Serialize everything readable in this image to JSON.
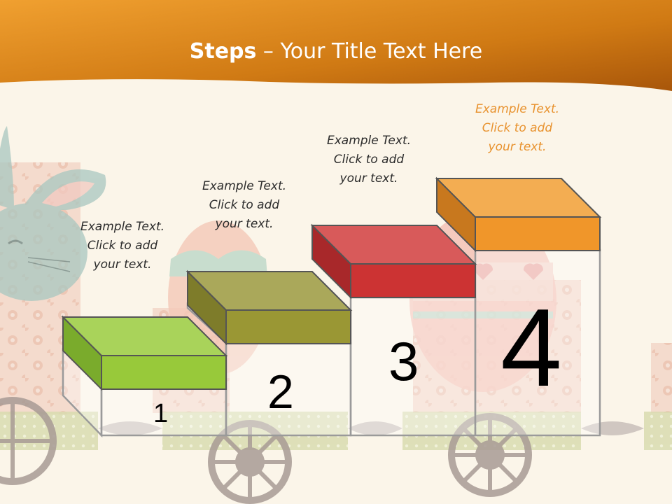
{
  "title": {
    "bold": "Steps",
    "rest": " – Your Title Text Here"
  },
  "steps": [
    {
      "number": "1",
      "lines": [
        "Example Text.",
        "Click  to add",
        "your text."
      ],
      "top_color": "#a9d35a",
      "front_color": "#98c93a",
      "side_color": "#7aab2c"
    },
    {
      "number": "2",
      "lines": [
        "Example Text.",
        "Click  to add",
        "your text."
      ],
      "top_color": "#aaa85a",
      "front_color": "#9a9734",
      "side_color": "#7e7c2a"
    },
    {
      "number": "3",
      "lines": [
        "Example Text.",
        "Click  to add",
        "your text."
      ],
      "top_color": "#d85a5a",
      "front_color": "#cc3333",
      "side_color": "#a8282a"
    },
    {
      "number": "4",
      "lines": [
        "Example Text.",
        "Click  to add",
        "your text."
      ],
      "top_color": "#f3ad52",
      "front_color": "#f0962a",
      "side_color": "#c8781e"
    }
  ],
  "colors": {
    "header_band": "#e08a1e",
    "background": "#fbf5e9",
    "caption_highlight": "#e8922e"
  }
}
